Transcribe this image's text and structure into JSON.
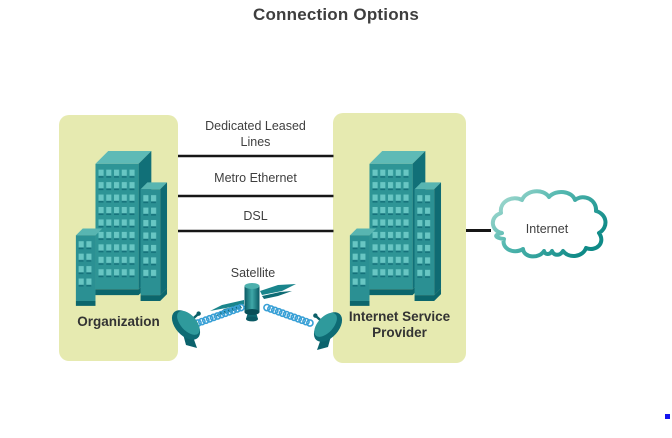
{
  "title": "Connection Options",
  "nodes": {
    "organization": {
      "label": "Organization"
    },
    "isp": {
      "label": "Internet Service\nProvider"
    },
    "internet": {
      "label": "Internet"
    }
  },
  "connections": {
    "dedicated": {
      "label": "Dedicated Leased\nLines"
    },
    "metro": {
      "label": "Metro Ethernet"
    },
    "dsl": {
      "label": "DSL"
    },
    "satellite": {
      "label": "Satellite"
    }
  },
  "colors": {
    "node_box_fill": "#e6eab0",
    "building_front": "#2e9596",
    "building_side": "#117078",
    "building_top": "#5ebab6",
    "window_teal": "#68c6c3",
    "connection_line": "#161616",
    "signal_coil_blue": "#39a0d6",
    "cloud_stroke_teal": "#169390",
    "text_primary": "#3e3e3e"
  }
}
